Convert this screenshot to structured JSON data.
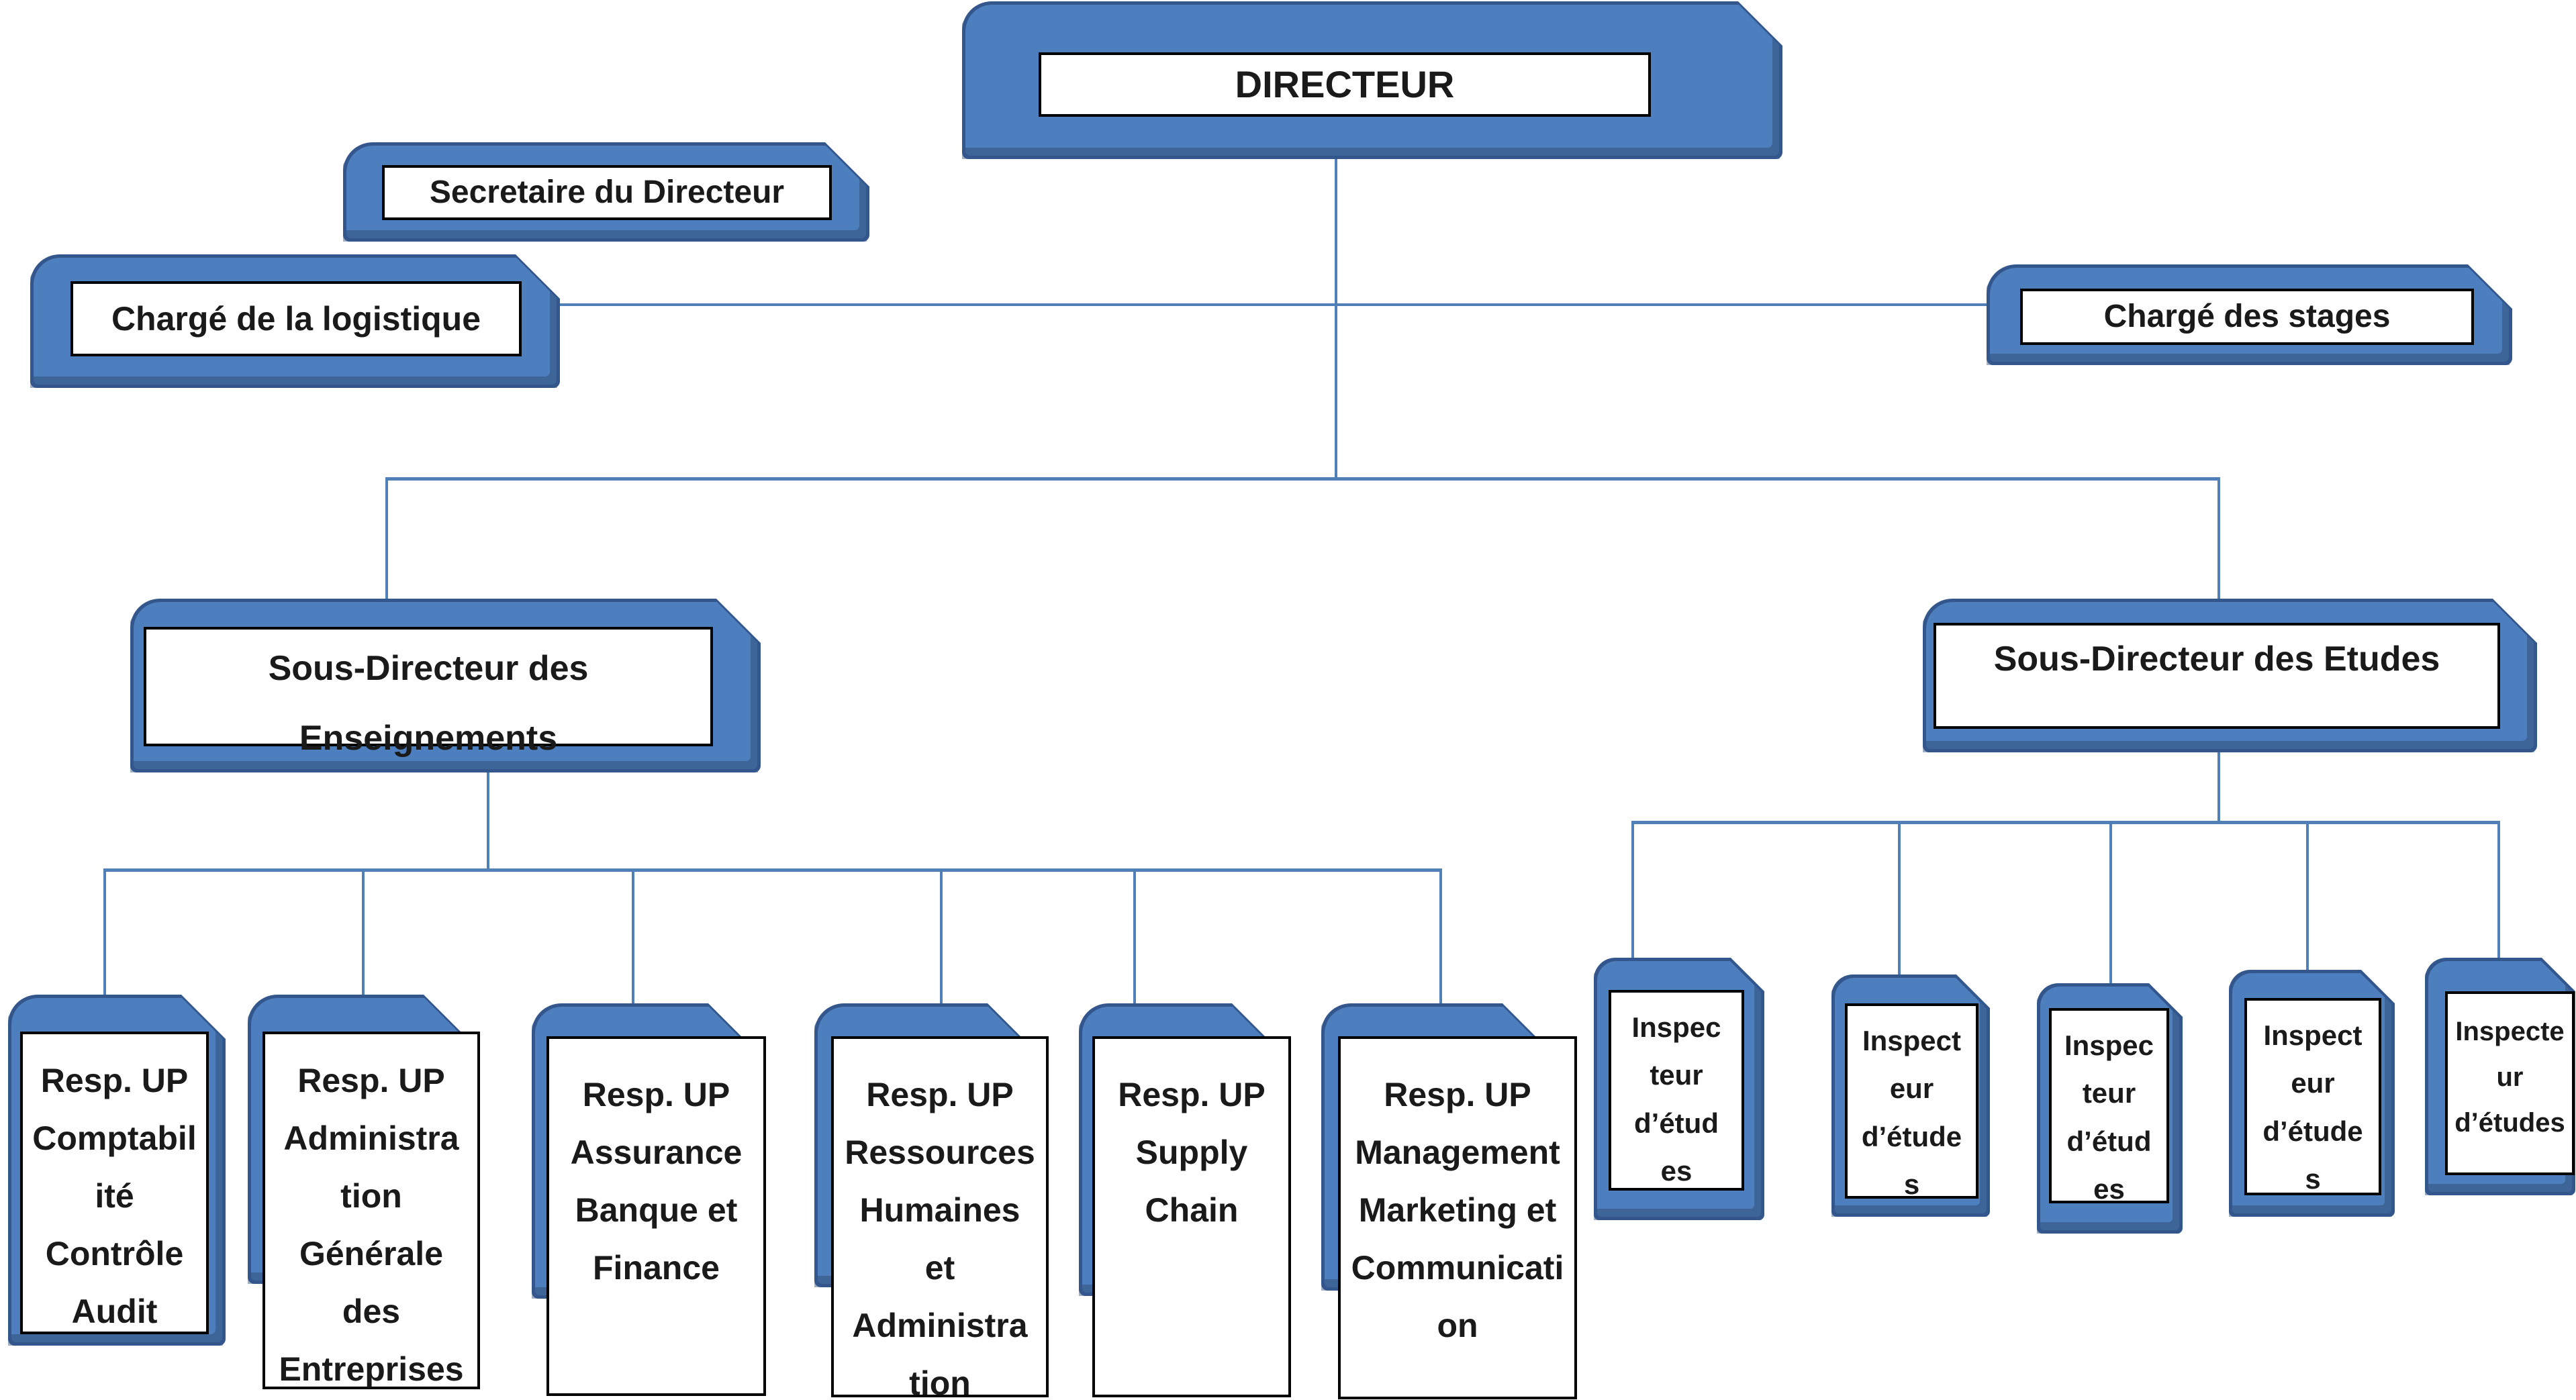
{
  "colors": {
    "shape_fill": "#4d7ebd",
    "shape_border": "#33568c",
    "shape_bevel": "#3c5f8d",
    "connector": "#5180b8",
    "label_background": "#ffffff",
    "label_border": "#000000",
    "text": "#1a1a1a",
    "page_background": "#ffffff"
  },
  "chart_data": {
    "type": "org-chart",
    "root": "DIRECTEUR",
    "hierarchy": {
      "DIRECTEUR": [
        "Chargé de la logistique",
        "Chargé des stages",
        "Sous-Directeur des Enseignements",
        "Sous-Directeur des Etudes"
      ],
      "Sous-Directeur des Enseignements": [
        "Resp. UP Comptabilité Contrôle Audit",
        "Resp. UP Administration Générale des Entreprises",
        "Resp. UP Assurance Banque et Finance",
        "Resp. UP Ressources Humaines et Administration",
        "Resp. UP Supply Chain",
        "Resp. UP Management Marketing et Communication"
      ],
      "Sous-Directeur des Etudes": [
        "Inspecteur d’études",
        "Inspecteur d’études",
        "Inspecteur d’études",
        "Inspecteur d’études",
        "Inspecteur d’études"
      ]
    }
  },
  "nodes": {
    "directeur": {
      "label": "DIRECTEUR"
    },
    "secretaire": {
      "label": "Secretaire du Directeur"
    },
    "charge_logistique": {
      "label": "Chargé de la logistique"
    },
    "charge_stages": {
      "label": "Chargé des stages"
    },
    "sous_directeur_enseignements": {
      "label": "Sous-Directeur des\nEnseignements"
    },
    "sous_directeur_etudes": {
      "label": "Sous-Directeur des Etudes"
    },
    "unites": [
      {
        "label": "Resp. UP\nComptabil\nité\nContrôle\nAudit"
      },
      {
        "label": "Resp. UP\nAdministra\ntion\nGénérale\ndes\nEntreprises"
      },
      {
        "label": "Resp. UP\nAssurance\nBanque et\nFinance"
      },
      {
        "label": "Resp. UP\nRessources\nHumaines\net\nAdministra\ntion"
      },
      {
        "label": "Resp. UP\nSupply\nChain"
      },
      {
        "label": "Resp. UP\nManagement\nMarketing et\nCommunicati\non"
      }
    ],
    "inspecteurs": [
      {
        "label": "Inspec\nteur\nd’étud\nes"
      },
      {
        "label": "Inspect\neur\nd’étude\ns"
      },
      {
        "label": "Inspec\nteur\nd’étud\nes"
      },
      {
        "label": "Inspect\neur\nd’étude\ns"
      },
      {
        "label": "Inspecte\nur\nd’études"
      }
    ]
  }
}
